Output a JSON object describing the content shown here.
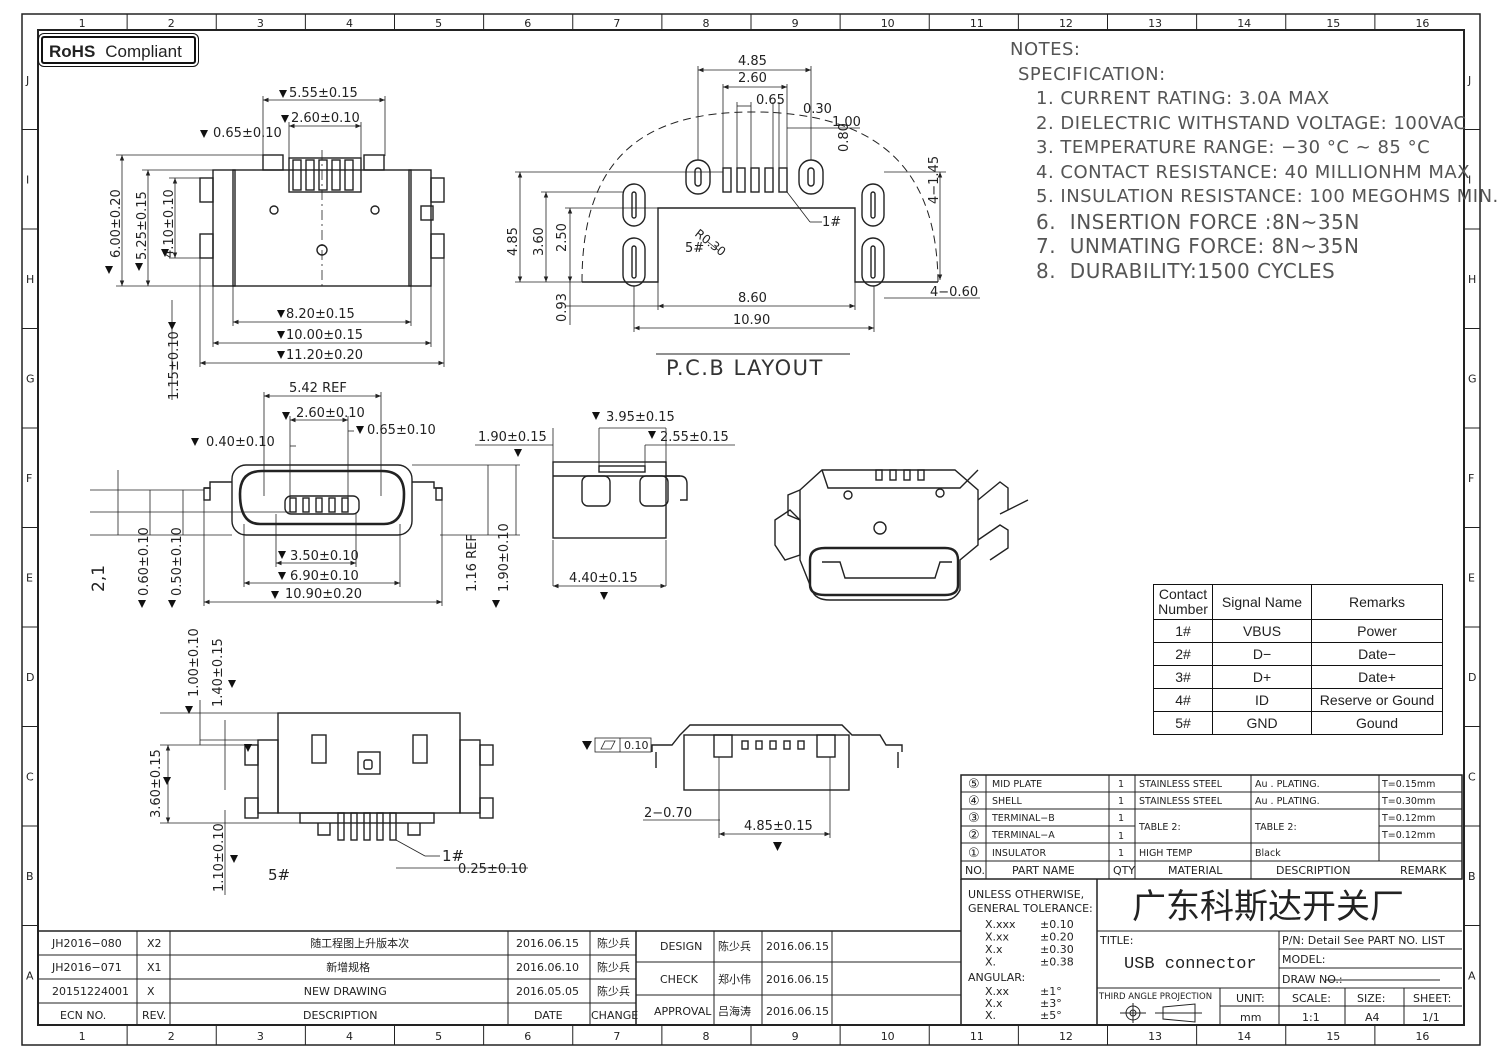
{
  "border": {
    "top_numbers": [
      "1",
      "2",
      "3",
      "4",
      "5",
      "6",
      "7",
      "8",
      "9",
      "10",
      "11",
      "12",
      "13",
      "14",
      "15",
      "16"
    ],
    "side_letters": [
      "J",
      "I",
      "H",
      "G",
      "F",
      "E",
      "D",
      "C",
      "B",
      "A"
    ]
  },
  "rohs": {
    "bold": "RoHS",
    "text": "Compliant"
  },
  "notes": {
    "title": "NOTES:",
    "spec": "SPECIFICATION:",
    "items": [
      "1. CURRENT RATING: 3.0A MAX",
      "2. DIELECTRIC WITHSTAND VOLTAGE: 100VAC",
      "3. TEMPERATURE RANGE: −30 °C ~ 85 °C",
      "4. CONTACT RESISTANCE: 40 MILLIONHM MAX",
      "5. INSULATION RESISTANCE: 100 MEGOHMS MIN.",
      "6.  INSERTION FORCE :8N~35N",
      "7.  UNMATING FORCE: 8N~35N",
      "8.  DURABILITY:1500 CYCLES"
    ]
  },
  "pcb_label": "P.C.B  LAYOUT",
  "dims": {
    "top_view": [
      "5.55±0.15",
      "2.60±0.10",
      "0.65±0.10",
      "6.00±0.20",
      "5.25±0.15",
      "4.10±0.10",
      "8.20±0.15",
      "10.00±0.15",
      "11.20±0.20",
      "1.15±0.10"
    ],
    "pcb": [
      "4.85",
      "2.60",
      "0.65",
      "0.30",
      "1.00",
      "0.80",
      "4−1.45",
      "4.85",
      "3.60",
      "2.50",
      "0.93",
      "8.60",
      "10.90",
      "4−0.60",
      "R0.30",
      "1#",
      "5#"
    ],
    "front_view": [
      "5.42 REF",
      "2.60±0.10",
      "0.40±0.10",
      "0.65±0.10",
      "3.50±0.10",
      "6.90±0.10",
      "10.90±0.20",
      "2,1",
      "0.60±0.10",
      "0.50±0.10",
      "1.16 REF",
      "1.90±0.10"
    ],
    "side_view": [
      "1.90±0.15",
      "3.95±0.15",
      "2.55±0.15",
      "4.40±0.15"
    ],
    "bottom_view": [
      "1.00±0.10",
      "1.40±0.15",
      "3.60±0.15",
      "1.10±0.10",
      "5#",
      "1#",
      "0.25±0.10"
    ],
    "rear_view": [
      "0.10",
      "2−0.70",
      "4.85±0.15"
    ]
  },
  "signal_table": {
    "headers": [
      "Contact\nNumber",
      "Signal Name",
      "Remarks"
    ],
    "rows": [
      [
        "1#",
        "VBUS",
        "Power"
      ],
      [
        "2#",
        "D−",
        "Date−"
      ],
      [
        "3#",
        "D+",
        "Date+"
      ],
      [
        "4#",
        "ID",
        "Reserve or Gound"
      ],
      [
        "5#",
        "GND",
        "Gound"
      ]
    ]
  },
  "parts": {
    "rows": [
      {
        "no": "⑤",
        "name": "MID PLATE",
        "qty": "1",
        "material": "STAINLESS STEEL",
        "desc": "Au . PLATING.",
        "remark": "T=0.15mm"
      },
      {
        "no": "④",
        "name": "SHELL",
        "qty": "1",
        "material": "STAINLESS STEEL",
        "desc": "Au . PLATING.",
        "remark": "T=0.30mm"
      },
      {
        "no": "③",
        "name": "TERMINAL−B",
        "qty": "1",
        "material": "TABLE 2:",
        "desc": "TABLE 2:",
        "remark": "T=0.12mm"
      },
      {
        "no": "②",
        "name": "TERMINAL−A",
        "qty": "1",
        "material": "",
        "desc": "",
        "remark": "T=0.12mm"
      },
      {
        "no": "①",
        "name": "INSULATOR",
        "qty": "1",
        "material": "HIGH TEMP",
        "desc": "Black",
        "remark": ""
      }
    ],
    "header": [
      "NO.",
      "PART NAME",
      "QTY",
      "MATERIAL",
      "DESCRIPTION",
      "REMARK"
    ]
  },
  "revisions": {
    "rows": [
      [
        "JH2016−080",
        "X2",
        "随工程图上升版本次",
        "2016.06.15",
        "陈少兵"
      ],
      [
        "JH2016−071",
        "X1",
        "新增规格",
        "2016.06.10",
        "陈少兵"
      ],
      [
        "20151224001",
        "X",
        "NEW DRAWING",
        "2016.05.05",
        "陈少兵"
      ]
    ],
    "header": [
      "ECN NO.",
      "REV.",
      "DESCRIPTION",
      "DATE",
      "CHANGE"
    ]
  },
  "approvals": [
    [
      "DESIGN",
      "陈少兵",
      "2016.06.15"
    ],
    [
      "CHECK",
      "郑小伟",
      "2016.06.15"
    ],
    [
      "APPROVAL",
      "吕海涛",
      "2016.06.15"
    ]
  ],
  "tolerance": {
    "title1": "UNLESS OTHERWISE,",
    "title2": "GENERAL TOLERANCE:",
    "rows": [
      [
        "X.xxx",
        "±0.10"
      ],
      [
        "X.xx",
        "±0.20"
      ],
      [
        "X.x",
        "±0.30"
      ],
      [
        "X.",
        "±0.38"
      ]
    ],
    "angular": "ANGULAR:",
    "arows": [
      [
        "X.xx",
        "±1°"
      ],
      [
        "X.x",
        "±3°"
      ],
      [
        "X.",
        "±5°"
      ]
    ]
  },
  "company": "广东科斯达开关厂",
  "title_block": {
    "title_label": "TITLE:",
    "title": "USB connector",
    "pn": "P/N: Detail See PART NO. LIST",
    "model": "MODEL:",
    "drawno": "DRAW NO.:",
    "projection": "THIRD ANGLE PROJECTION",
    "unit_label": "UNIT:",
    "unit": "mm",
    "scale_label": "SCALE:",
    "scale": "1:1",
    "size_label": "SIZE:",
    "size": "A4",
    "sheet_label": "SHEET:",
    "sheet": "1/1"
  }
}
